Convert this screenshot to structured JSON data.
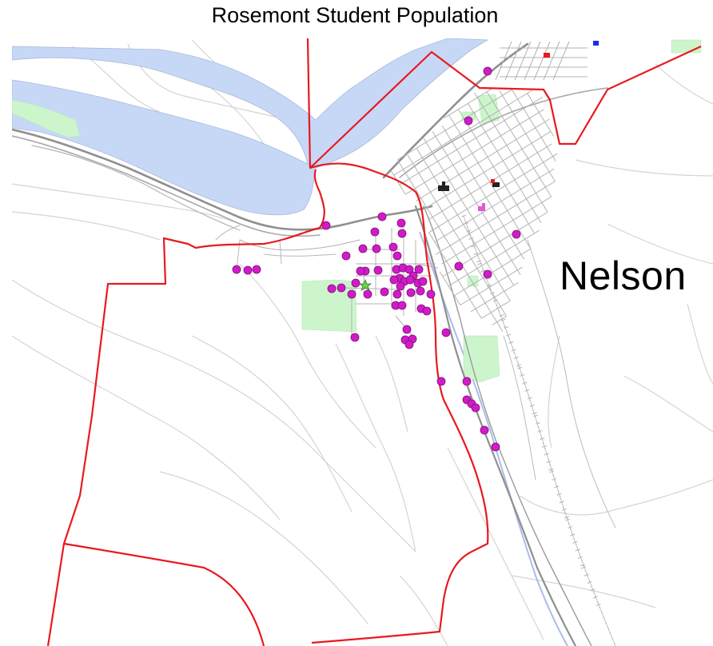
{
  "title": "Rosemont Student Population",
  "town_label": "Nelson",
  "colors": {
    "water": "#c7d8f7",
    "park": "#ccf5cc",
    "boundary": "#e8191f",
    "student": "#d21bc8",
    "school_star": "#6fd24a",
    "road_major": "#999999",
    "road_minor": "#b9b9b9",
    "contour": "#d6d6d6"
  },
  "legend_items": [],
  "layers": {
    "students": "student-locations",
    "school": "school-location",
    "boundary": "catchment-boundary"
  }
}
